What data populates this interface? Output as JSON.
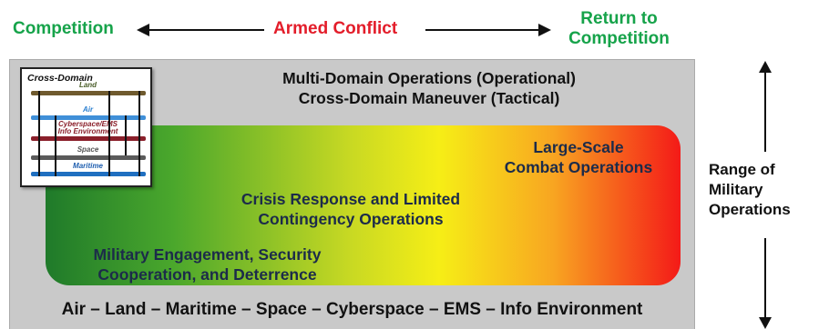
{
  "header": {
    "competition": "Competition",
    "armed_conflict": "Armed Conflict",
    "return_line1": "Return to",
    "return_line2": "Competition"
  },
  "panel": {
    "title_line1": "Multi-Domain Operations (Operational)",
    "title_line2": "Cross-Domain Maneuver (Tactical)"
  },
  "spectrum": {
    "large_scale_line1": "Large-Scale",
    "large_scale_line2": "Combat Operations",
    "crisis_line1": "Crisis Response and Limited",
    "crisis_line2": "Contingency Operations",
    "engagement_line1": "Military Engagement, Security",
    "engagement_line2": "Cooperation, and Deterrence"
  },
  "domains_bar": "Air – Land – Maritime – Space – Cyberspace – EMS – Info Environment",
  "range": {
    "line1": "Range of",
    "line2": "Military",
    "line3": "Operations"
  },
  "inset": {
    "title": "Cross-Domain",
    "layers": [
      "Land",
      "Air",
      "Cyberspace/EMS",
      "Info Environment",
      "Space",
      "Maritime"
    ]
  },
  "colors": {
    "green_text": "#16a34a",
    "red_text": "#e31d2a",
    "panel_gray": "#c9c9c9",
    "gradient_start": "#1f7a2a",
    "gradient_mid": "#f6ee16",
    "gradient_end": "#f41a18"
  }
}
